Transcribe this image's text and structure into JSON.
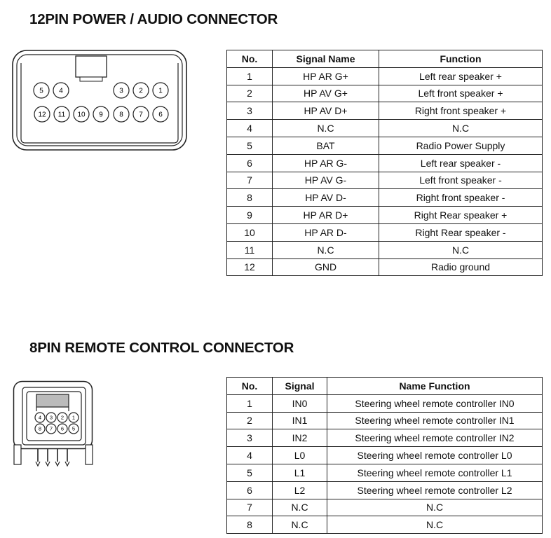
{
  "section1": {
    "title": "12PIN POWER / AUDIO CONNECTOR",
    "connector": {
      "pin_labels_top": [
        "5",
        "4",
        "3",
        "2",
        "1"
      ],
      "pin_labels_bottom": [
        "12",
        "11",
        "10",
        "9",
        "8",
        "7",
        "6"
      ]
    },
    "table": {
      "headers": [
        "No.",
        "Signal Name",
        "Function"
      ],
      "rows": [
        [
          "1",
          "HP AR G+",
          "Left rear speaker +"
        ],
        [
          "2",
          "HP AV G+",
          "Left front speaker +"
        ],
        [
          "3",
          "HP AV D+",
          "Right front speaker +"
        ],
        [
          "4",
          "N.C",
          "N.C"
        ],
        [
          "5",
          "BAT",
          "Radio Power Supply"
        ],
        [
          "6",
          "HP AR G-",
          "Left rear speaker -"
        ],
        [
          "7",
          "HP AV G-",
          "Left front speaker -"
        ],
        [
          "8",
          "HP AV D-",
          "Right front speaker -"
        ],
        [
          "9",
          "HP AR D+",
          "Right Rear speaker +"
        ],
        [
          "10",
          "HP AR D-",
          "Right Rear speaker -"
        ],
        [
          "11",
          "N.C",
          "N.C"
        ],
        [
          "12",
          "GND",
          "Radio ground"
        ]
      ]
    }
  },
  "section2": {
    "title": "8PIN REMOTE CONTROL CONNECTOR",
    "connector": {
      "pin_labels_top": [
        "4",
        "3",
        "2",
        "1"
      ],
      "pin_labels_bottom": [
        "8",
        "7",
        "6",
        "5"
      ]
    },
    "table": {
      "headers": [
        "No.",
        "Signal",
        "Name Function"
      ],
      "rows": [
        [
          "1",
          "IN0",
          "Steering wheel remote controller IN0"
        ],
        [
          "2",
          "IN1",
          "Steering wheel remote controller IN1"
        ],
        [
          "3",
          "IN2",
          "Steering wheel remote controller IN2"
        ],
        [
          "4",
          "L0",
          "Steering wheel remote controller L0"
        ],
        [
          "5",
          "L1",
          "Steering wheel remote controller L1"
        ],
        [
          "6",
          "L2",
          "Steering wheel remote controller L2"
        ],
        [
          "7",
          "N.C",
          "N.C"
        ],
        [
          "8",
          "N.C",
          "N.C"
        ]
      ]
    }
  }
}
